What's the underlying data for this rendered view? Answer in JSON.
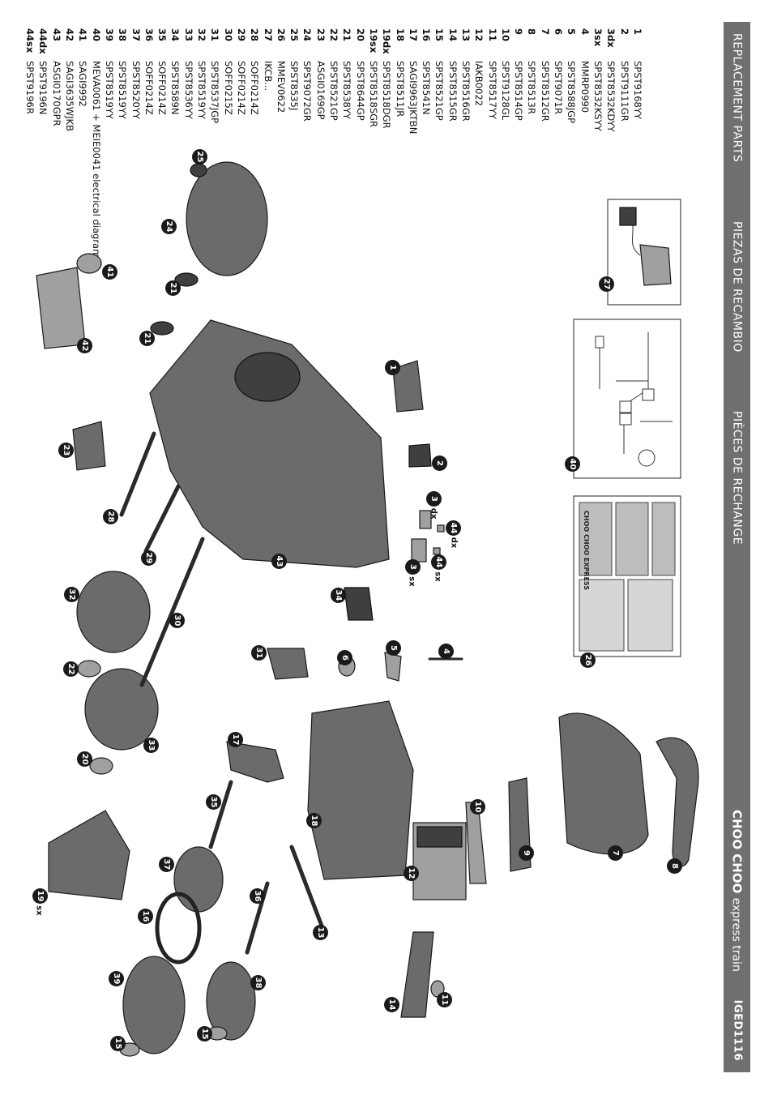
{
  "header": {
    "lang_en": "REPLACEMENT PARTS",
    "lang_es": "PIEZAS DE RECAMBIO",
    "lang_fr": "PIÈCES DE RECHANGE",
    "title_bold": "CHOO CHOO",
    "title_rest": "express train",
    "doc_code": "IGED1116"
  },
  "parts": [
    {
      "num": "1",
      "code": "SPST9168YY"
    },
    {
      "num": "2",
      "code": "SPST9111GR"
    },
    {
      "num": "3dx",
      "code": "SPST8532KDYY"
    },
    {
      "num": "3sx",
      "code": "SPST8532KSYY"
    },
    {
      "num": "4",
      "code": "MMRP0990"
    },
    {
      "num": "5",
      "code": "SPST8588JGP"
    },
    {
      "num": "6",
      "code": "SPST9071R"
    },
    {
      "num": "7",
      "code": "SPST8512GR"
    },
    {
      "num": "8",
      "code": "SPST8513R"
    },
    {
      "num": "9",
      "code": "SPST8514GP"
    },
    {
      "num": "10",
      "code": "SPST9128GL"
    },
    {
      "num": "11",
      "code": "SPST8517YY"
    },
    {
      "num": "12",
      "code": "IAKB0022"
    },
    {
      "num": "13",
      "code": "SPST8516GR"
    },
    {
      "num": "14",
      "code": "SPST8515GR"
    },
    {
      "num": "15",
      "code": "SPST8521GP"
    },
    {
      "num": "16",
      "code": "SPST8541N"
    },
    {
      "num": "17",
      "code": "SAGI9963JKTBN"
    },
    {
      "num": "18",
      "code": "SPST8511JR"
    },
    {
      "num": "19dx",
      "code": "SPST8518DGR"
    },
    {
      "num": "19sx",
      "code": "SPST8518SGR"
    },
    {
      "num": "20",
      "code": "SPST8644GP"
    },
    {
      "num": "21",
      "code": "SPST8538YY"
    },
    {
      "num": "22",
      "code": "SPST8521GP"
    },
    {
      "num": "23",
      "code": "ASGI0169GP"
    },
    {
      "num": "24",
      "code": "SPST9072GR"
    },
    {
      "num": "25",
      "code": "SPST8535J"
    },
    {
      "num": "26",
      "code": "MMEV0622"
    },
    {
      "num": "27",
      "code": "IKCB..."
    },
    {
      "num": "28",
      "code": "SOFF0214Z"
    },
    {
      "num": "29",
      "code": "SOFF0214Z"
    },
    {
      "num": "30",
      "code": "SOFF0215Z"
    },
    {
      "num": "31",
      "code": "SPST8537JGP"
    },
    {
      "num": "32",
      "code": "SPST8519YY"
    },
    {
      "num": "33",
      "code": "SPST8536YY"
    },
    {
      "num": "34",
      "code": "SPST8589N"
    },
    {
      "num": "35",
      "code": "SOFF0214Z"
    },
    {
      "num": "36",
      "code": "SOFF0214Z"
    },
    {
      "num": "37",
      "code": "SPST8520YY"
    },
    {
      "num": "38",
      "code": "SPST8519YY"
    },
    {
      "num": "39",
      "code": "SPST8519YY"
    },
    {
      "num": "40",
      "code": "MEVA0061 + MEIE0041 electrical diagram"
    },
    {
      "num": "41",
      "code": "SAGI9992"
    },
    {
      "num": "42",
      "code": "SAGI3635WJKB"
    },
    {
      "num": "43",
      "code": "ASGI0170GPR"
    },
    {
      "num": "44dx",
      "code": "SPST9196N"
    },
    {
      "num": "44sx",
      "code": "SPST9196R"
    }
  ],
  "callouts": {
    "b1": "1",
    "b2": "2",
    "b3a": "3",
    "b3b": "3",
    "b4": "4",
    "b5": "5",
    "b6": "6",
    "b7": "7",
    "b8": "8",
    "b9": "9",
    "b10": "10",
    "b11": "11",
    "b12": "12",
    "b13": "13",
    "b14": "14",
    "b15a": "15",
    "b15b": "15",
    "b16": "16",
    "b17": "17",
    "b18": "18",
    "b19": "19",
    "b20": "20",
    "b21a": "21",
    "b21b": "21",
    "b22": "22",
    "b23": "23",
    "b24": "24",
    "b25": "25",
    "b26": "26",
    "b27": "27",
    "b28": "28",
    "b29": "29",
    "b30": "30",
    "b31": "31",
    "b32": "32",
    "b33": "33",
    "b34": "34",
    "b35": "35",
    "b36": "36",
    "b37": "37",
    "b38": "38",
    "b39": "39",
    "b40": "40",
    "b41": "41",
    "b42": "42",
    "b43": "43",
    "b44a": "44",
    "b44b": "44",
    "dx": "dx",
    "sx": "sx"
  },
  "sticker": {
    "line": "CHOO CHOO EXPRESS"
  }
}
